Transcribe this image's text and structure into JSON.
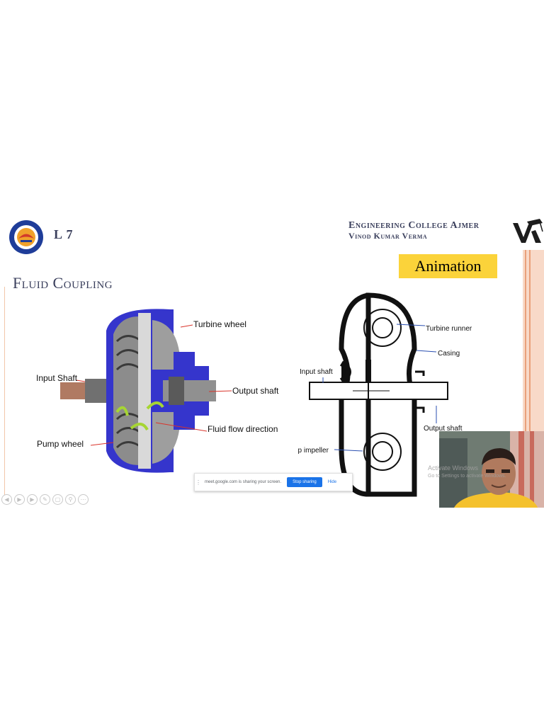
{
  "header": {
    "lecture": "L 7",
    "college": "Engineering College Ajmer",
    "author": "Vinod Kumar Verma"
  },
  "slide": {
    "title": "Fluid Coupling",
    "animation_button": "Animation"
  },
  "left_diagram": {
    "labels": {
      "turbine_wheel": "Turbine wheel",
      "input_shaft": "Input Shaft",
      "output_shaft": "Output shaft",
      "fluid_flow": "Fluid flow direction",
      "pump_wheel": "Pump wheel"
    },
    "colors": {
      "casing": "#3535cc",
      "shaft": "#b07a62"
    }
  },
  "right_diagram": {
    "labels": {
      "turbine_runner": "Turbine runner",
      "casing": "Casing",
      "input_shaft": "Input shaft",
      "output_shaft": "Output shaft",
      "pump_impeller": "Pump impeller"
    }
  },
  "share_bar": {
    "message": "meet.google.com is sharing your screen.",
    "stop_label": "Stop sharing",
    "hide_label": "Hide"
  },
  "watermark": {
    "line1": "Activate Windows",
    "line2": "Go to Settings to activate Windows."
  },
  "icons": {
    "toolbar": [
      "previous-icon",
      "play-icon",
      "next-icon",
      "pen-icon",
      "copy-icon",
      "zoom-icon",
      "more-icon"
    ],
    "drag": "drag-handle-icon"
  }
}
